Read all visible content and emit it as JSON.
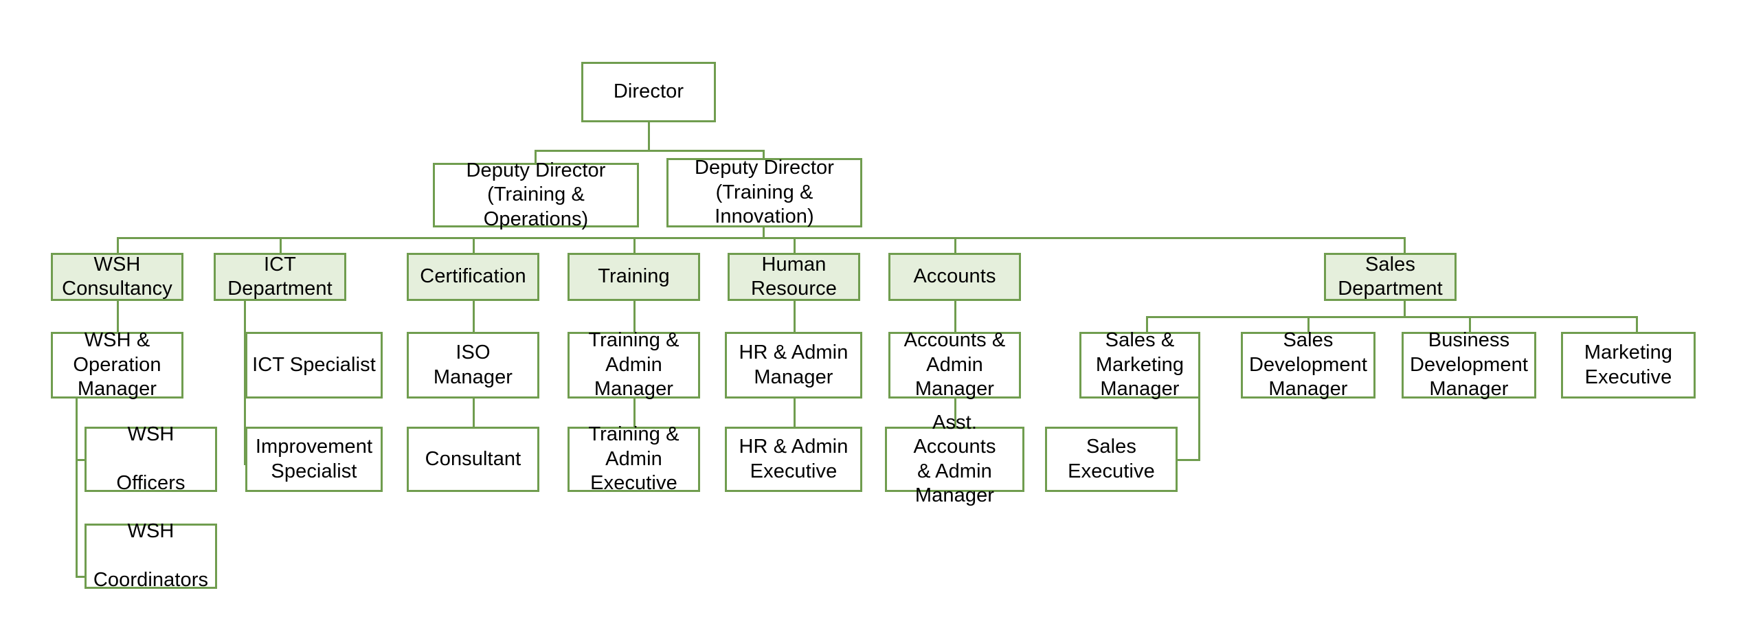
{
  "chart": {
    "title": "Organisation Chart",
    "type": "org-chart",
    "colors": {
      "border": "#709d4f",
      "department_fill": "#e5efdc",
      "node_fill": "#ffffff",
      "text": "#000000",
      "background": "#ffffff"
    },
    "nodes": [
      {
        "id": "director",
        "label": "Director",
        "level": 1,
        "style": "plain"
      },
      {
        "id": "dd-training-ops",
        "label": "Deputy Director\n(Training & Operations)",
        "level": 2,
        "style": "plain"
      },
      {
        "id": "dd-training-innov",
        "label": "Deputy Director\n(Training &\nInnovation)",
        "level": 2,
        "style": "plain"
      },
      {
        "id": "wsh-consultancy",
        "label": "WSH\nConsultancy",
        "level": 3,
        "style": "department"
      },
      {
        "id": "ict-department",
        "label": "ICT\nDepartment",
        "level": 3,
        "style": "department"
      },
      {
        "id": "certification",
        "label": "Certification",
        "level": 3,
        "style": "department"
      },
      {
        "id": "training",
        "label": "Training",
        "level": 3,
        "style": "department"
      },
      {
        "id": "human-resource",
        "label": "Human\nResource",
        "level": 3,
        "style": "department"
      },
      {
        "id": "accounts",
        "label": "Accounts",
        "level": 3,
        "style": "department"
      },
      {
        "id": "sales-department",
        "label": "Sales\nDepartment",
        "level": 3,
        "style": "department"
      },
      {
        "id": "wsh-operation-manager",
        "label": "WSH &\nOperation\nManager",
        "level": 4,
        "style": "plain"
      },
      {
        "id": "ict-specialist",
        "label": "ICT Specialist",
        "level": 4,
        "style": "plain"
      },
      {
        "id": "iso-manager",
        "label": "ISO\nManager",
        "level": 4,
        "style": "plain"
      },
      {
        "id": "training-admin-manager",
        "label": "Training &\nAdmin\nManager",
        "level": 4,
        "style": "plain"
      },
      {
        "id": "hr-admin-manager",
        "label": "HR & Admin\nManager",
        "level": 4,
        "style": "plain"
      },
      {
        "id": "accounts-admin-manager",
        "label": "Accounts &\nAdmin\nManager",
        "level": 4,
        "style": "plain"
      },
      {
        "id": "sales-marketing-manager",
        "label": "Sales &\nMarketing\nManager",
        "level": 4,
        "style": "plain"
      },
      {
        "id": "sales-development-manager",
        "label": "Sales\nDevelopment\nManager",
        "level": 4,
        "style": "plain"
      },
      {
        "id": "business-development-manager",
        "label": "Business\nDevelopment\nManager",
        "level": 4,
        "style": "plain"
      },
      {
        "id": "marketing-executive",
        "label": "Marketing\nExecutive",
        "level": 4,
        "style": "plain"
      },
      {
        "id": "wsh-officers",
        "label": "WSH\n\nOfficers",
        "level": 5,
        "style": "plain"
      },
      {
        "id": "improvement-specialist",
        "label": "Improvement\nSpecialist",
        "level": 5,
        "style": "plain"
      },
      {
        "id": "consultant",
        "label": "Consultant",
        "level": 5,
        "style": "plain"
      },
      {
        "id": "training-admin-executive",
        "label": "Training &\nAdmin\nExecutive",
        "level": 5,
        "style": "plain"
      },
      {
        "id": "hr-admin-executive",
        "label": "HR & Admin\nExecutive",
        "level": 5,
        "style": "plain"
      },
      {
        "id": "asst-accounts-admin-manager",
        "label": "Asst. Accounts\n& Admin\nManager",
        "level": 5,
        "style": "plain"
      },
      {
        "id": "sales-executive",
        "label": "Sales\nExecutive",
        "level": 5,
        "style": "plain"
      },
      {
        "id": "wsh-coordinators",
        "label": "WSH\n\nCoordinators",
        "level": 6,
        "style": "plain"
      }
    ],
    "edges": [
      {
        "from": "director",
        "to": "dd-training-ops"
      },
      {
        "from": "director",
        "to": "dd-training-innov"
      },
      {
        "from": "dd-training-innov",
        "to": "wsh-consultancy"
      },
      {
        "from": "dd-training-innov",
        "to": "ict-department"
      },
      {
        "from": "dd-training-ops",
        "to": "certification"
      },
      {
        "from": "dd-training-ops",
        "to": "training"
      },
      {
        "from": "dd-training-innov",
        "to": "human-resource"
      },
      {
        "from": "dd-training-innov",
        "to": "accounts"
      },
      {
        "from": "dd-training-innov",
        "to": "sales-department"
      },
      {
        "from": "wsh-consultancy",
        "to": "wsh-operation-manager"
      },
      {
        "from": "wsh-operation-manager",
        "to": "wsh-officers"
      },
      {
        "from": "wsh-operation-manager",
        "to": "wsh-coordinators"
      },
      {
        "from": "ict-department",
        "to": "ict-specialist"
      },
      {
        "from": "ict-department",
        "to": "improvement-specialist"
      },
      {
        "from": "certification",
        "to": "iso-manager"
      },
      {
        "from": "iso-manager",
        "to": "consultant"
      },
      {
        "from": "training",
        "to": "training-admin-manager"
      },
      {
        "from": "training-admin-manager",
        "to": "training-admin-executive"
      },
      {
        "from": "human-resource",
        "to": "hr-admin-manager"
      },
      {
        "from": "hr-admin-manager",
        "to": "hr-admin-executive"
      },
      {
        "from": "accounts",
        "to": "accounts-admin-manager"
      },
      {
        "from": "accounts-admin-manager",
        "to": "asst-accounts-admin-manager"
      },
      {
        "from": "sales-department",
        "to": "sales-marketing-manager"
      },
      {
        "from": "sales-department",
        "to": "sales-development-manager"
      },
      {
        "from": "sales-department",
        "to": "business-development-manager"
      },
      {
        "from": "sales-department",
        "to": "marketing-executive"
      },
      {
        "from": "sales-marketing-manager",
        "to": "sales-executive"
      }
    ]
  }
}
